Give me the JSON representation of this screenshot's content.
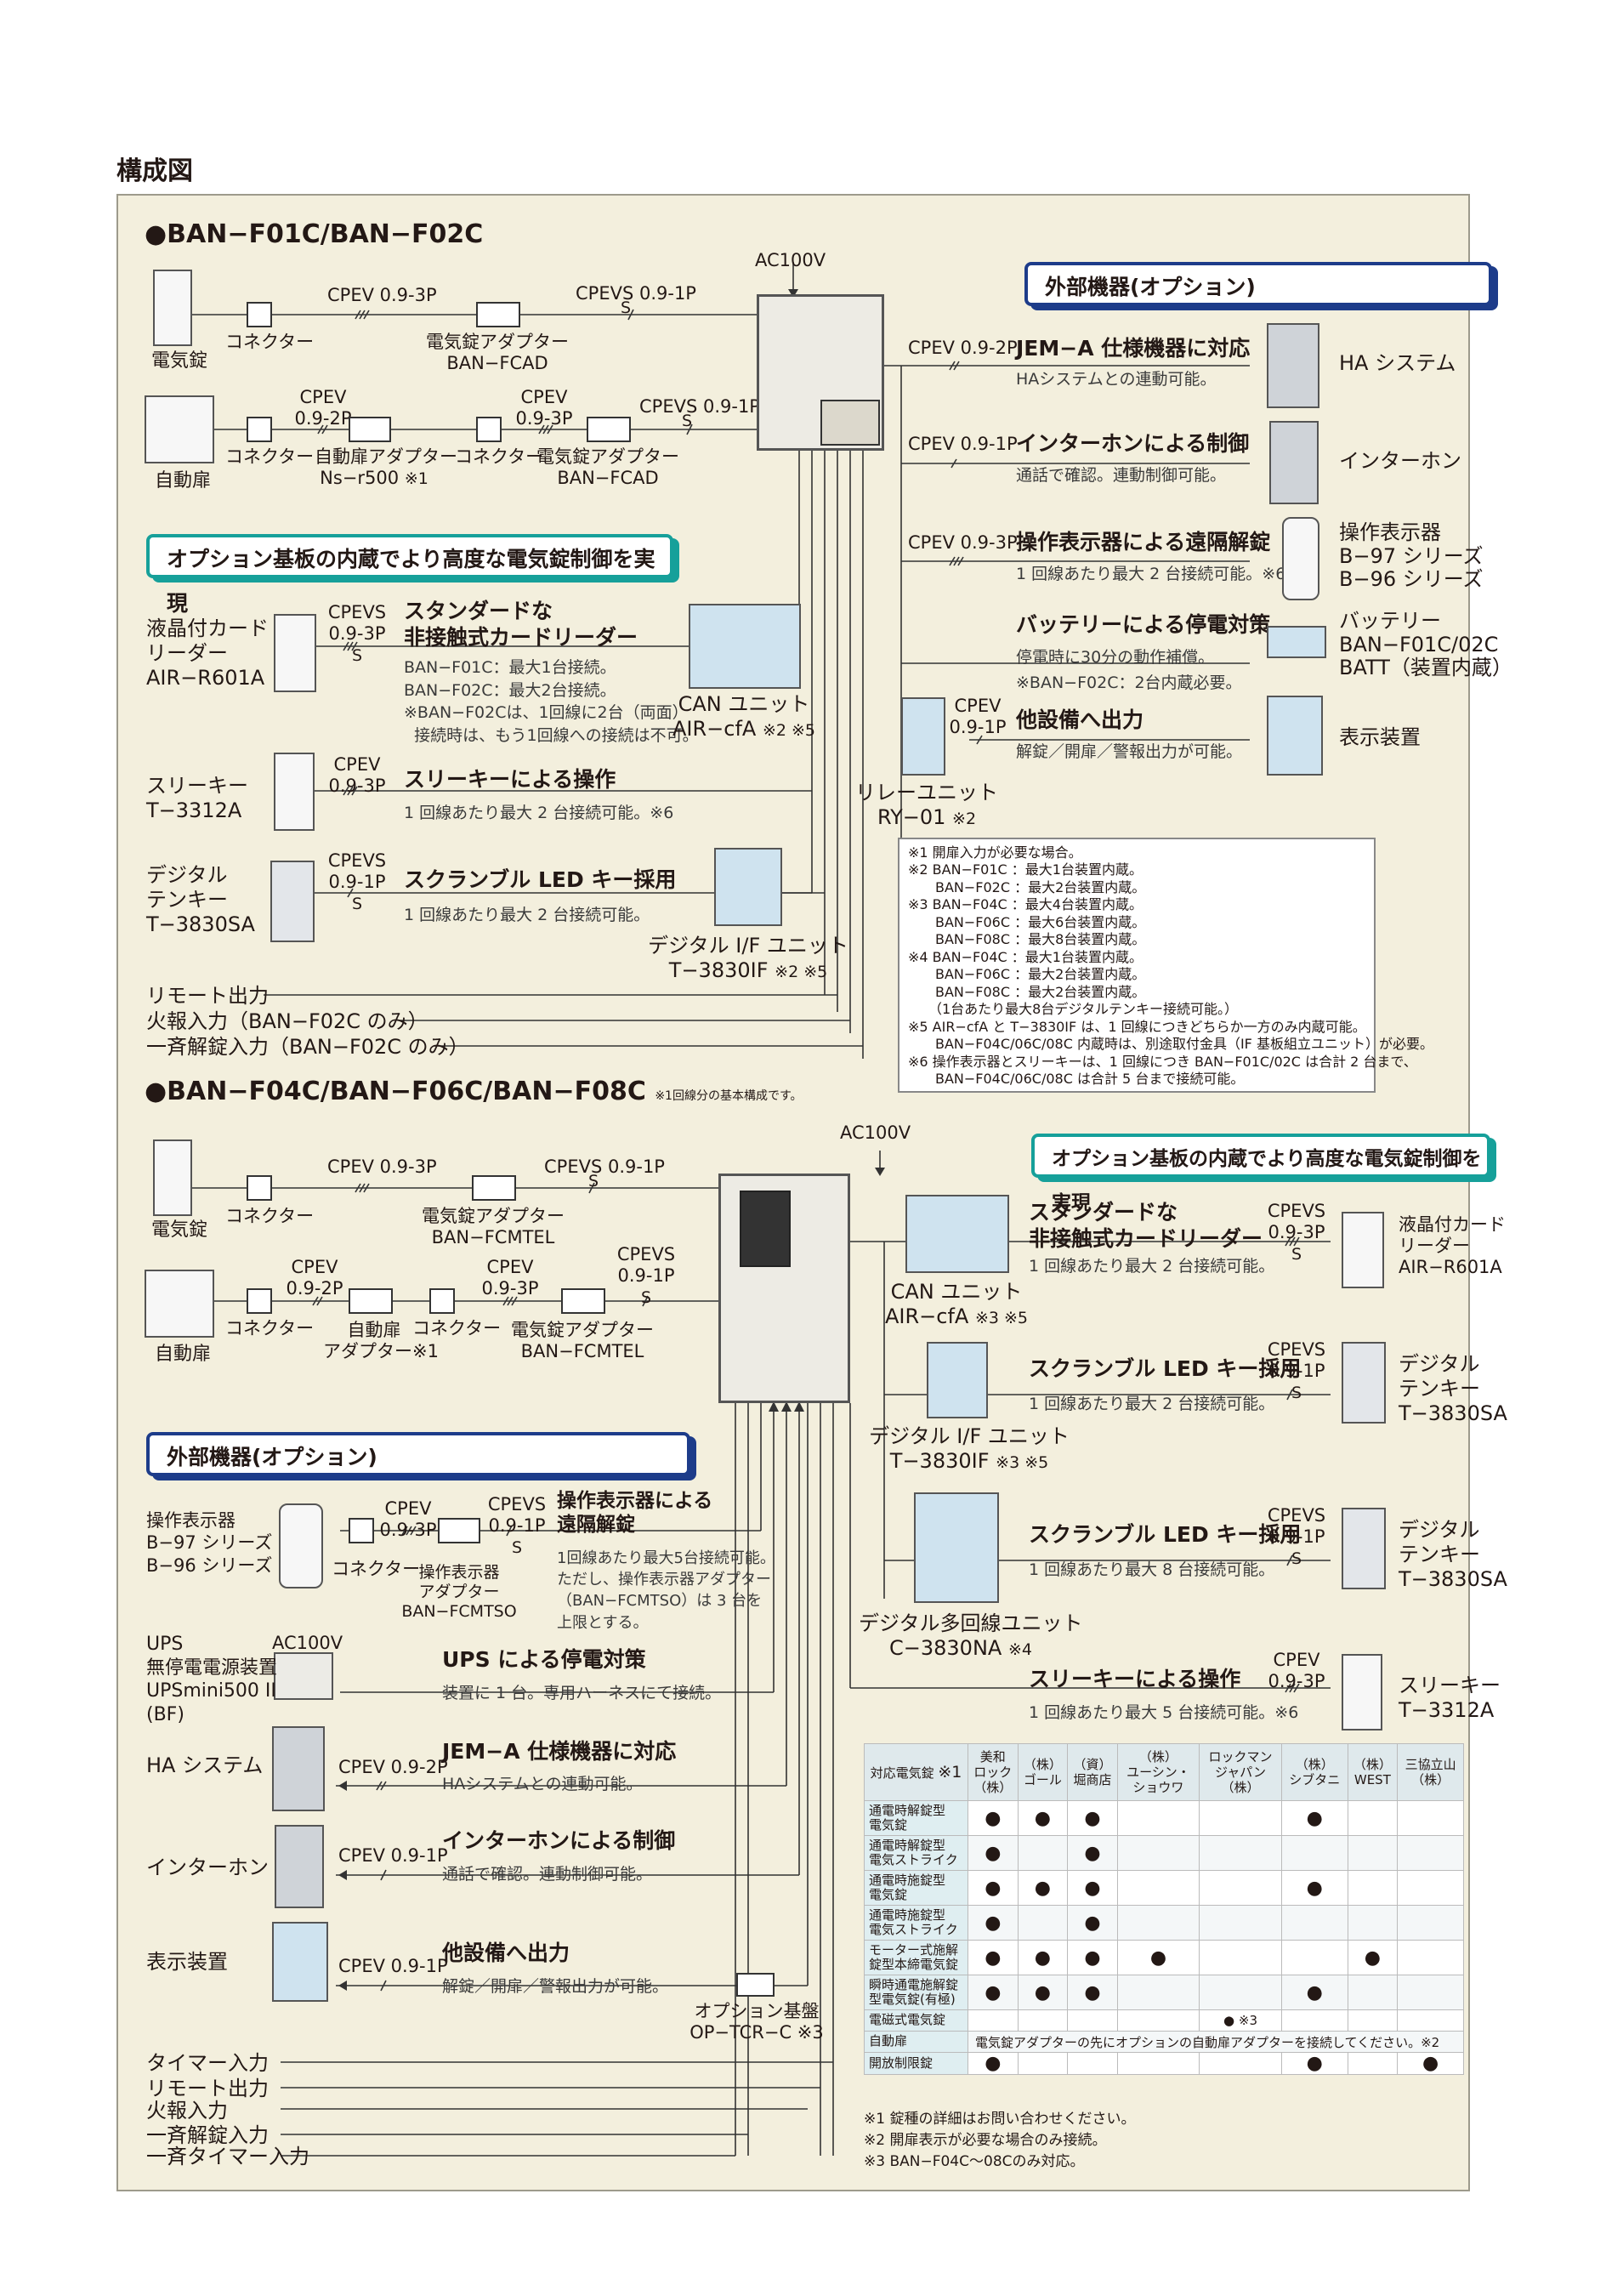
{
  "page_title": "構成図",
  "section1": {
    "title": "●BAN−F01C/BAN−F02C",
    "ac": "AC100V",
    "denkijo": "電気錠",
    "connector": "コネクター",
    "cpev_093p": "CPEV 0.9-3P",
    "cpevs_091p": "CPEVS 0.9-1P",
    "s": "S",
    "adapter_label": "電気錠アダプター",
    "adapter_model": "BAN−FCAD",
    "jidoutobira": "自動扉",
    "cpev": "CPEV",
    "p092": "0.9-2P",
    "p093": "0.9-3P",
    "auto_adapter": "自動扉アダプター",
    "auto_adapter_model": "Ns−r500",
    "note1": "※1",
    "banner_ext": "外部機器(オプション)",
    "banner_opt": "オプション基板の内蔵でより高度な電気錠制御を実現",
    "ext": [
      {
        "cable": "CPEV 0.9-2P",
        "title": "JEM−A 仕様機器に対応",
        "desc": "HAシステムとの連動可能。",
        "device": "HA システム"
      },
      {
        "cable": "CPEV 0.9-1P",
        "title": "インターホンによる制御",
        "desc": "通話で確認。連動制御可能。",
        "device": "インターホン"
      },
      {
        "cable": "CPEV 0.9-3P",
        "title": "操作表示器による遠隔解錠",
        "desc": "1 回線あたり最大 2 台接続可能。※6",
        "dev1": "操作表示器",
        "dev2": "B−97 シリーズ",
        "dev3": "B−96 シリーズ"
      },
      {
        "title": "バッテリーによる停電対策",
        "desc1": "停電時に30分の動作補償。",
        "desc2": "※BAN−F02C：2台内蔵必要。",
        "dev1": "バッテリー",
        "dev2": "BAN−F01C/02C",
        "dev3": "BATT（装置内蔵）"
      },
      {
        "cable1": "CPEV",
        "cable2": "0.9-1P",
        "title": "他設備へ出力",
        "desc": "解錠／開扉／警報出力が可能。",
        "device": "表示装置"
      }
    ],
    "relay": {
      "name": "リレーユニット",
      "model": "RY−01",
      "note": "※2"
    },
    "card": {
      "dev1": "液晶付カード",
      "dev2": "リーダー",
      "dev3": "AIR−R601A",
      "cab1": "CPEVS",
      "cab2": "0.9-3P",
      "cab3": "S",
      "title1": "スタンダードな",
      "title2": "非接触式カードリーダー",
      "d1": "BAN−F01C：最大1台接続。",
      "d2": "BAN−F02C：最大2台接続。",
      "d3": "※BAN−F02Cは、1回線に2台（両面）",
      "d4": "接続時は、もう1回線への接続は不可。"
    },
    "can": {
      "name": "CAN ユニット",
      "model": "AIR−cfA",
      "note": "※2 ※5"
    },
    "threekey": {
      "dev1": "スリーキー",
      "dev2": "T−3312A",
      "cab1": "CPEV",
      "cab2": "0.9-3P",
      "title": "スリーキーによる操作",
      "desc": "1 回線あたり最大 2 台接続可能。※6"
    },
    "tenkey": {
      "dev1": "デジタル",
      "dev2": "テンキー",
      "dev3": "T−3830SA",
      "cab1": "CPEVS",
      "cab2": "0.9-1P",
      "cab3": "S",
      "title": "スクランブル LED キー採用",
      "desc": "1 回線あたり最大 2 台接続可能。"
    },
    "dif": {
      "name": "デジタル I/F ユニット",
      "model": "T−3830IF",
      "note": "※2 ※5"
    },
    "inputs": [
      "リモート出力",
      "火報入力（BAN−F02C のみ）",
      "一斉解錠入力（BAN−F02C のみ）"
    ],
    "notes": [
      "※1 開扉入力が必要な場合。",
      "※2 BAN−F01C ：最大1台装置内蔵。",
      "　　BAN−F02C ：最大2台装置内蔵。",
      "※3 BAN−F04C ：最大4台装置内蔵。",
      "　　BAN−F06C ：最大6台装置内蔵。",
      "　　BAN−F08C ：最大8台装置内蔵。",
      "※4 BAN−F04C ：最大1台装置内蔵。",
      "　　BAN−F06C ：最大2台装置内蔵。",
      "　　BAN−F08C ：最大2台装置内蔵。",
      "　　（1台あたり最大8台デジタルテンキー接続可能。）",
      "※5 AIR−cfA と T−3830IF は、1 回線につきどちらか一方のみ内蔵可能。",
      "　　BAN−F04C/06C/08C 内蔵時は、別途取付金具（IF 基板組立ユニット）が必要。",
      "※6 操作表示器とスリーキーは、1 回線につき BAN−F01C/02C は合計 2 台まで、",
      "　　BAN−F04C/06C/08C は合計 5 台まで接続可能。"
    ]
  },
  "section2": {
    "title": "●BAN−F04C/BAN−F06C/BAN−F08C",
    "title_note": "※1回線分の基本構成です。",
    "ac": "AC100V",
    "denkijo": "電気錠",
    "connector": "コネクター",
    "cpev_093p": "CPEV 0.9-3P",
    "cpevs_091p": "CPEVS 0.9-1P",
    "s": "S",
    "adapter_label": "電気錠アダプター",
    "adapter_model": "BAN−FCMTEL",
    "jidoutobira": "自動扉",
    "cpev": "CPEV",
    "cpevs": "CPEVS",
    "p092": "0.9-2P",
    "p093": "0.9-3P",
    "p091": "0.9-1P",
    "auto1": "自動扉",
    "auto2": "アダプター※1",
    "banner_opt": "オプション基板の内蔵でより高度な電気錠制御を実現",
    "banner_ext": "外部機器(オプション)",
    "card": {
      "title1": "スタンダードな",
      "title2": "非接触式カードリーダー",
      "desc": "1 回線あたり最大 2 台接続可能。",
      "cab1": "CPEVS",
      "cab2": "0.9-3P",
      "cab3": "S",
      "dev1": "液晶付カード",
      "dev2": "リーダー",
      "dev3": "AIR−R601A"
    },
    "can": {
      "name": "CAN ユニット",
      "model": "AIR−cfA",
      "note": "※3 ※5"
    },
    "tenkey1": {
      "title": "スクランブル LED キー採用",
      "desc": "1 回線あたり最大 2 台接続可能。",
      "cab1": "CPEVS",
      "cab2": "0.9-1P",
      "cab3": "S",
      "dev1": "デジタル",
      "dev2": "テンキー",
      "dev3": "T−3830SA"
    },
    "dif": {
      "name": "デジタル I/F ユニット",
      "model": "T−3830IF",
      "note": "※3 ※5"
    },
    "tenkey2": {
      "title": "スクランブル LED キー採用",
      "desc": "1 回線あたり最大 8 台接続可能。",
      "cab1": "CPEVS",
      "cab2": "0.9-1P",
      "cab3": "S",
      "dev1": "デジタル",
      "dev2": "テンキー",
      "dev3": "T−3830SA"
    },
    "multi": {
      "name": "デジタル多回線ユニット",
      "model": "C−3830NA",
      "note": "※4"
    },
    "threekey": {
      "title": "スリーキーによる操作",
      "desc": "1 回線あたり最大 5 台接続可能。※6",
      "cab1": "CPEV",
      "cab2": "0.9-3P",
      "dev1": "スリーキー",
      "dev2": "T−3312A"
    },
    "opdisp": {
      "dev1": "操作表示器",
      "dev2": "B−97 シリーズ",
      "dev3": "B−96 シリーズ ※6",
      "connector": "コネクター",
      "cab_a1": "CPEV",
      "cab_a2": "0.9-3P",
      "cab_b1": "CPEVS",
      "cab_b2": "0.9-1P",
      "cab_b3": "S",
      "ad1": "操作表示器",
      "ad2": "アダプター",
      "ad3": "BAN−FCMTSO",
      "title1": "操作表示器による",
      "title2": "遠隔解錠",
      "d1": "1回線あたり最大5台接続可能。",
      "d2": "ただし、操作表示器アダプター",
      "d3": "（BAN−FCMTSO）は 3 台を",
      "d4": "上限とする。"
    },
    "ups": {
      "ac": "AC100V",
      "dev1": "UPS",
      "dev2": "無停電電源装置",
      "dev3": "UPSmini500 II",
      "dev4": "(BF)",
      "title": "UPS による停電対策",
      "desc": "装置に 1 台。専用ハーネスにて接続。"
    },
    "ha": {
      "device": "HA システム",
      "cable": "CPEV 0.9-2P",
      "title": "JEM−A 仕様機器に対応",
      "desc": "HAシステムとの連動可能。"
    },
    "intercom": {
      "device": "インターホン",
      "cable": "CPEV 0.9-1P",
      "title": "インターホンによる制御",
      "desc": "通話で確認。連動制御可能。"
    },
    "display": {
      "device": "表示装置",
      "cable": "CPEV 0.9-1P",
      "title": "他設備へ出力",
      "desc": "解錠／開扉／警報出力が可能。",
      "board1": "オプション基盤",
      "board2": "OP−TCR−C ※3"
    },
    "inputs": [
      "タイマー入力",
      "リモート出力",
      "火報入力",
      "一斉解錠入力",
      "一斉タイマー入力"
    ]
  },
  "table": {
    "corner": "対応電気錠",
    "corner_note": "※1",
    "columns": [
      [
        "美和",
        "ロック",
        "（株）"
      ],
      [
        "（株）",
        "ゴール"
      ],
      [
        "（資）",
        "堀商店"
      ],
      [
        "（株）",
        "ユーシン・",
        "ショウワ"
      ],
      [
        "ロックマン",
        "ジャパン",
        "（株）"
      ],
      [
        "（株）",
        "シブタニ"
      ],
      [
        "（株）",
        "WEST"
      ],
      [
        "三協立山",
        "（株）"
      ]
    ],
    "rows": [
      {
        "label": [
          "通電時解錠型",
          "電気錠"
        ],
        "cells": [
          "●",
          "●",
          "●",
          "",
          "",
          "●",
          "",
          ""
        ]
      },
      {
        "label": [
          "通電時解錠型",
          "電気ストライク"
        ],
        "cells": [
          "●",
          "",
          "●",
          "",
          "",
          "",
          "",
          ""
        ]
      },
      {
        "label": [
          "通電時施錠型",
          "電気錠"
        ],
        "cells": [
          "●",
          "●",
          "●",
          "",
          "",
          "●",
          "",
          ""
        ]
      },
      {
        "label": [
          "通電時施錠型",
          "電気ストライク"
        ],
        "cells": [
          "●",
          "",
          "●",
          "",
          "",
          "",
          "",
          ""
        ]
      },
      {
        "label": [
          "モーター式施解",
          "錠型本締電気錠"
        ],
        "cells": [
          "●",
          "●",
          "●",
          "●",
          "",
          "",
          "●",
          ""
        ]
      },
      {
        "label": [
          "瞬時通電施解錠",
          "型電気錠(有極)"
        ],
        "cells": [
          "●",
          "●",
          "●",
          "",
          "",
          "●",
          "",
          ""
        ]
      },
      {
        "label": [
          "電磁式電気錠"
        ],
        "cells": [
          "",
          "",
          "",
          "",
          "● ※3",
          "",
          "",
          ""
        ]
      },
      {
        "label": [
          "自動扉"
        ],
        "span": "電気錠アダプターの先にオプションの自動扉アダプターを接続してください。※2"
      },
      {
        "label": [
          "開放制限錠"
        ],
        "cells": [
          "●",
          "",
          "",
          "",
          "",
          "●",
          "",
          "●"
        ]
      }
    ]
  },
  "footnotes": [
    "※1 錠種の詳細はお問い合わせください。",
    "※2 開扉表示が必要な場合のみ接続。",
    "※3 BAN−F04C〜08Cのみ対応。"
  ]
}
